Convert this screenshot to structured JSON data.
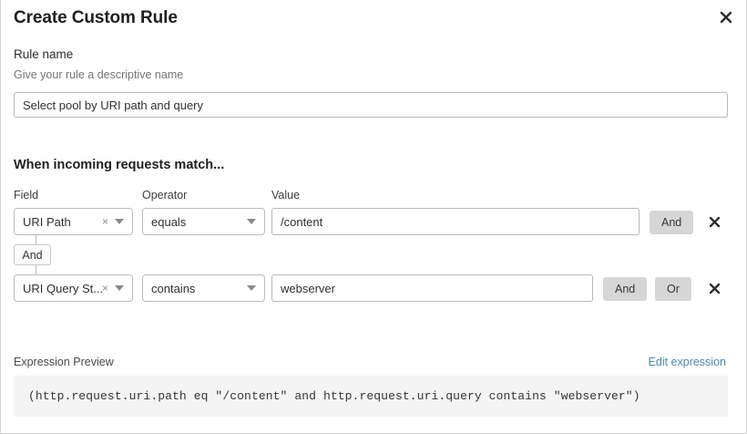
{
  "dialog": {
    "title": "Create Custom Rule",
    "close_icon": "close-icon"
  },
  "rule_name": {
    "label": "Rule name",
    "sublabel": "Give your rule a descriptive name",
    "value": "Select pool by URI path and query",
    "placeholder": "Select pool by URI path and query"
  },
  "conditions": {
    "heading": "When incoming requests match...",
    "columns": {
      "field": "Field",
      "operator": "Operator",
      "value": "Value"
    },
    "connector": {
      "label": "And"
    },
    "rows": [
      {
        "field": "URI Path",
        "clear_icon": "×",
        "operator": "equals",
        "value": "/content",
        "buttons": [
          "And"
        ],
        "delete_icon": "close-icon"
      },
      {
        "field": "URI Query St...",
        "clear_icon": "×",
        "operator": "contains",
        "value": "webserver",
        "buttons": [
          "And",
          "Or"
        ],
        "delete_icon": "close-icon"
      }
    ]
  },
  "expression": {
    "label": "Expression Preview",
    "edit_link": "Edit expression",
    "code": "(http.request.uri.path eq \"/content\" and http.request.uri.query contains \"webserver\")"
  },
  "colors": {
    "link_blue": "#4f86ad",
    "button_gray": "#d6d6d6",
    "code_bg": "#f4f4f4",
    "border_gray": "#bdbdbd"
  }
}
